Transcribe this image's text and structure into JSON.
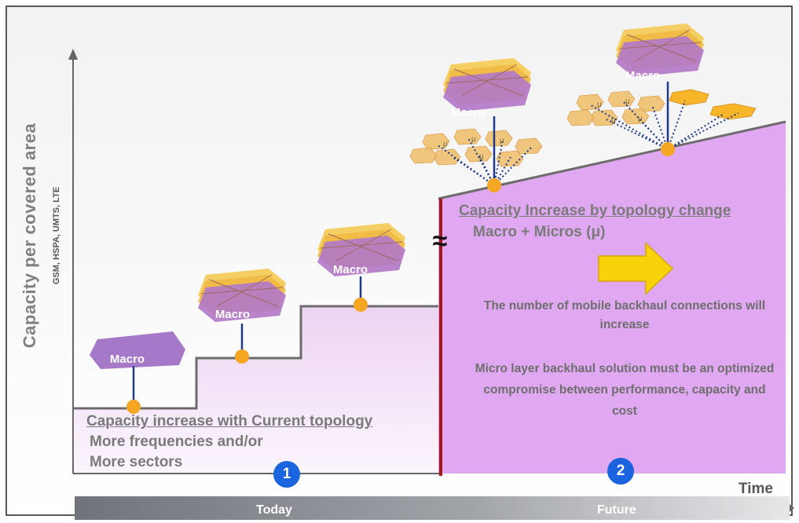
{
  "axis": {
    "y_title": "Capacity per covered area",
    "y_subtitle": "GSM, HSPA, UMTS, LTE",
    "x_title": "Time"
  },
  "cells": {
    "macro_label": "Macro",
    "micro_label": "μ"
  },
  "current": {
    "title": "Capacity increase with Current topology",
    "line1": "More frequencies and/or",
    "line2": "More sectors",
    "badge": "1"
  },
  "topology": {
    "title": "Capacity Increase by topology change",
    "subtitle": "Macro + Micros (μ)",
    "badge": "2",
    "note1": "The number of mobile backhaul connections will increase",
    "note2": "Micro layer backhaul solution must be an optimized compromise between performance, capacity and cost"
  },
  "timeline": {
    "today": "Today",
    "future": "Future"
  },
  "break_symbol": "≈",
  "colors": {
    "macro_purple": "#a678c8",
    "macro_gold": "#f5c84a",
    "future_area": "#e0a8f0",
    "today_area": "#f3e5f7",
    "node_orange": "#f5a623",
    "divider_red": "#a01a1a",
    "badge_blue": "#1a64e0",
    "arrow_yellow": "#f8d20a"
  }
}
